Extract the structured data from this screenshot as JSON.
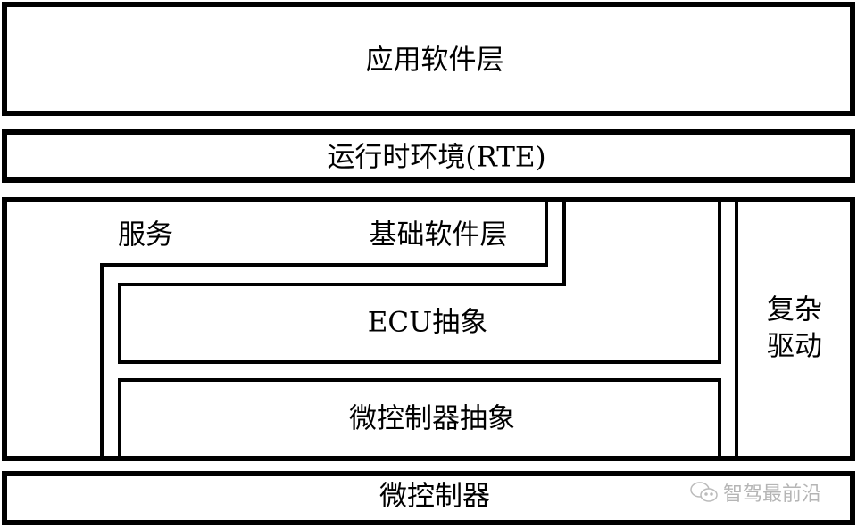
{
  "layers": {
    "application": "应用软件层",
    "rte": "运行时环境(RTE)",
    "services": "服务",
    "bsw": "基础软件层",
    "ecu_abstraction": "ECU抽象",
    "mcu_abstraction": "微控制器抽象",
    "complex_drivers_line1": "复杂",
    "complex_drivers_line2": "驱动",
    "microcontroller": "微控制器"
  },
  "watermark": {
    "icon": "wechat-icon",
    "text": "智驾最前沿"
  }
}
